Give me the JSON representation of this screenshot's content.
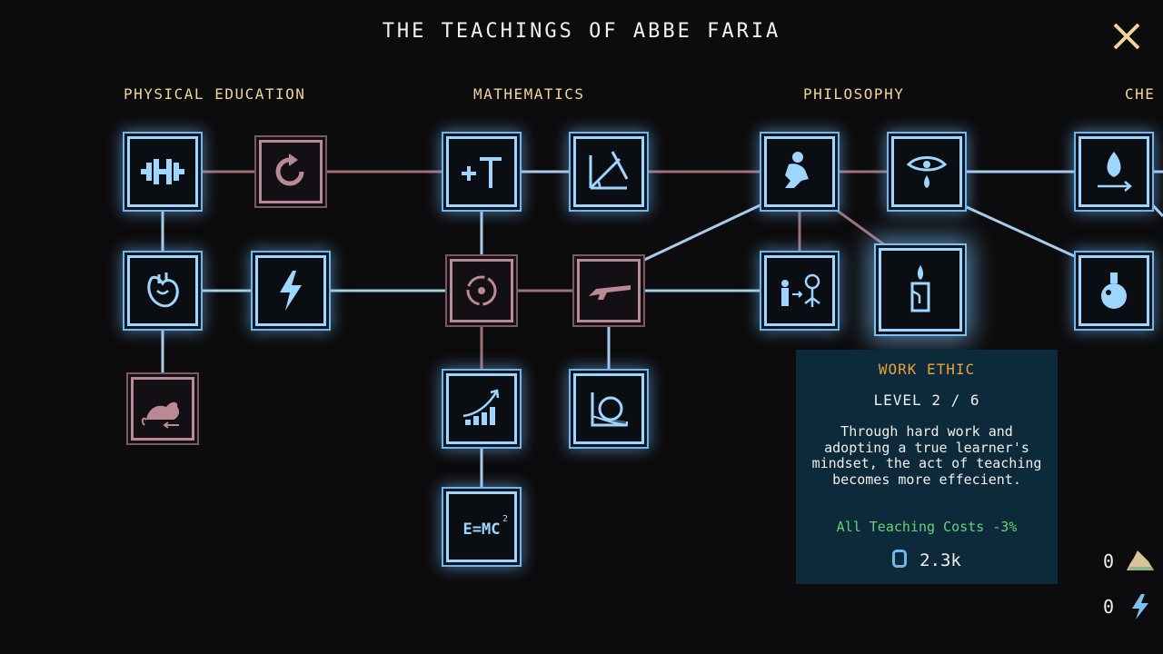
{
  "title": "THE TEACHINGS OF ABBE FARIA",
  "categories": [
    "PHYSICAL EDUCATION",
    "MATHEMATICS",
    "PHILOSOPHY",
    "CHE"
  ],
  "tooltip": {
    "name": "WORK ETHIC",
    "level": "LEVEL 2 / 6",
    "description": "Through hard work and adopting a true learner's mindset, the act of teaching becomes more effecient.",
    "effect": "All Teaching Costs -3%",
    "cost": "2.3k",
    "cost_icon": "ring-coin-icon"
  },
  "resources": [
    {
      "value": "0",
      "icon": "pile-icon"
    },
    {
      "value": "0",
      "icon": "lightning-icon"
    }
  ],
  "colors": {
    "unlocked_border": "#9fd6ff",
    "locked_border": "#b98a93",
    "unlocked_link": "#a9cce9",
    "locked_link": "#9c7077",
    "category_text": "#f0d59a",
    "tooltip_bg": "#0d2a3b",
    "tooltip_title": "#e8a13a",
    "effect_text": "#66d27a"
  },
  "nodes": [
    {
      "id": "dumbbell",
      "icon": "dumbbell-icon",
      "state": "unlocked"
    },
    {
      "id": "cycle",
      "icon": "cycle-arrow-icon",
      "state": "locked"
    },
    {
      "id": "heart",
      "icon": "anatomical-heart-icon",
      "state": "unlocked"
    },
    {
      "id": "energy",
      "icon": "lightning-bolt-icon",
      "state": "unlocked"
    },
    {
      "id": "rat",
      "icon": "rat-icon",
      "state": "locked"
    },
    {
      "id": "arithmetic",
      "icon": "plus-symbol-icon",
      "state": "unlocked"
    },
    {
      "id": "geometry",
      "icon": "compass-angle-icon",
      "state": "unlocked"
    },
    {
      "id": "target",
      "icon": "circle-target-icon",
      "state": "locked"
    },
    {
      "id": "musket",
      "icon": "musket-icon",
      "state": "locked"
    },
    {
      "id": "growth",
      "icon": "growth-chart-icon",
      "state": "unlocked"
    },
    {
      "id": "trajectory",
      "icon": "trajectory-curve-icon",
      "state": "unlocked"
    },
    {
      "id": "relativity",
      "icon": "emc2-icon",
      "state": "unlocked",
      "label": "E=MC²"
    },
    {
      "id": "thinker",
      "icon": "thinker-icon",
      "state": "unlocked"
    },
    {
      "id": "teaching",
      "icon": "teacher-tree-icon",
      "state": "unlocked"
    },
    {
      "id": "insight",
      "icon": "eye-tear-icon",
      "state": "unlocked"
    },
    {
      "id": "work_ethic",
      "icon": "candle-icon",
      "state": "unlocked",
      "selected": true
    },
    {
      "id": "distill",
      "icon": "flame-arrow-icon",
      "state": "unlocked"
    },
    {
      "id": "potion",
      "icon": "round-flask-icon",
      "state": "unlocked"
    }
  ]
}
